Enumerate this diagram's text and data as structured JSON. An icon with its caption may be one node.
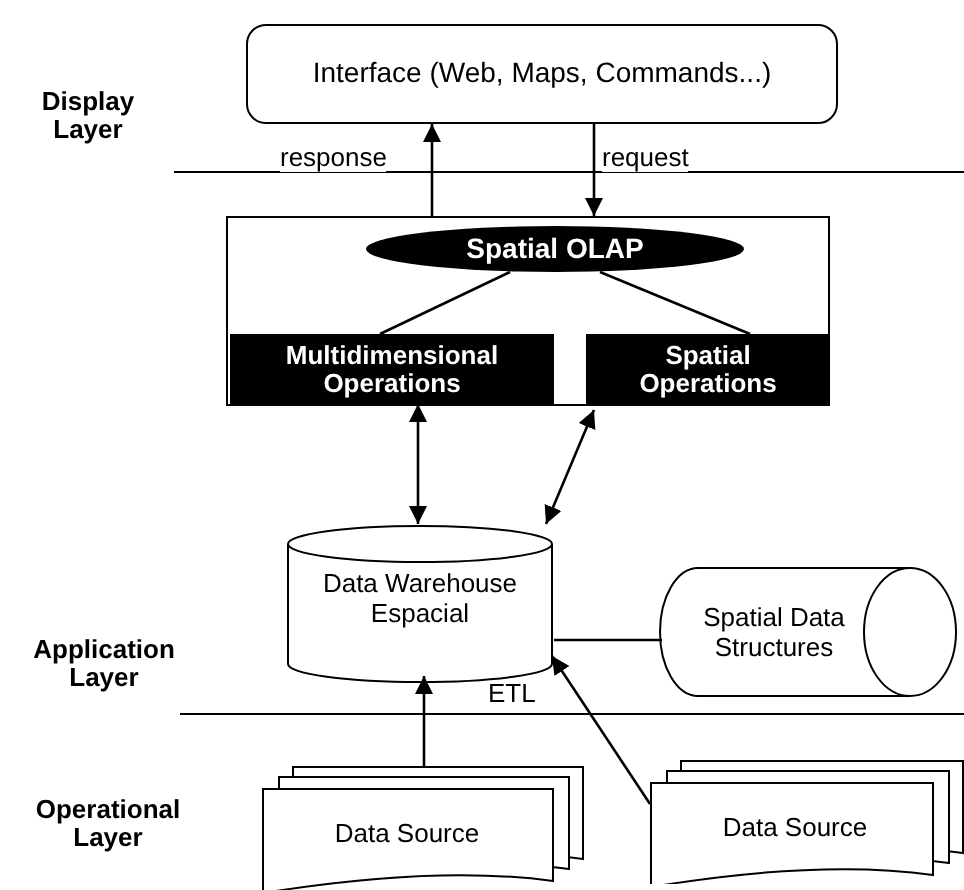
{
  "diagram": {
    "nodes": [
      {
        "text": [
          "Interface (Web, Maps, Commands...)"
        ]
      },
      {
        "text": [],
        "shape": "box"
      },
      {
        "text": [
          "Spatial OLAP"
        ],
        "in": 1
      },
      {
        "text": [
          "Multidimensional Operations"
        ],
        "in": 1
      },
      {
        "text": [
          "Spatial Operations"
        ],
        "in": 1
      },
      {
        "text": [
          "Data Warehouse Espacial"
        ]
      },
      {
        "text": [
          "Spatial Data Structures"
        ]
      },
      {
        "text": [
          "Data Source"
        ]
      },
      {
        "text": [
          "Data Source"
        ]
      }
    ],
    "edges": [
      {
        "from": 1,
        "to": 0,
        "arrow": "to",
        "label": "response"
      },
      {
        "from": 0,
        "to": 1,
        "arrow": "to",
        "label": "request"
      },
      {
        "from": 2,
        "to": 3,
        "arrow": "none"
      },
      {
        "from": 2,
        "to": 4,
        "arrow": "none"
      },
      {
        "from": 3,
        "to": 5,
        "arrow": "both"
      },
      {
        "from": 4,
        "to": 5,
        "arrow": "both"
      },
      {
        "from": 5,
        "to": 6,
        "arrow": "none"
      },
      {
        "from": 7,
        "to": 5,
        "arrow": "to"
      },
      {
        "from": 8,
        "to": 5,
        "arrow": "to"
      }
    ],
    "labels": [
      "Display Layer",
      "Application Layer",
      "ETL",
      "Operational Layer"
    ]
  }
}
